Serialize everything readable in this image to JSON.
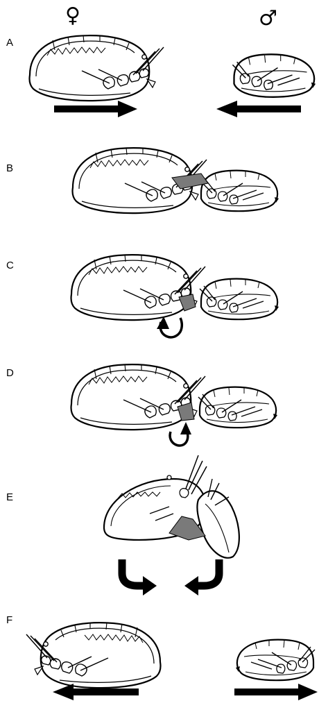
{
  "header": {
    "female_symbol": "♀",
    "male_symbol": "♂"
  },
  "panels": [
    {
      "label": "A"
    },
    {
      "label": "B"
    },
    {
      "label": "C"
    },
    {
      "label": "D"
    },
    {
      "label": "E"
    },
    {
      "label": "F"
    }
  ],
  "colors": {
    "ink": "#000000",
    "body_fill": "#ffffff",
    "contact_shading": "#7a7a7a"
  }
}
